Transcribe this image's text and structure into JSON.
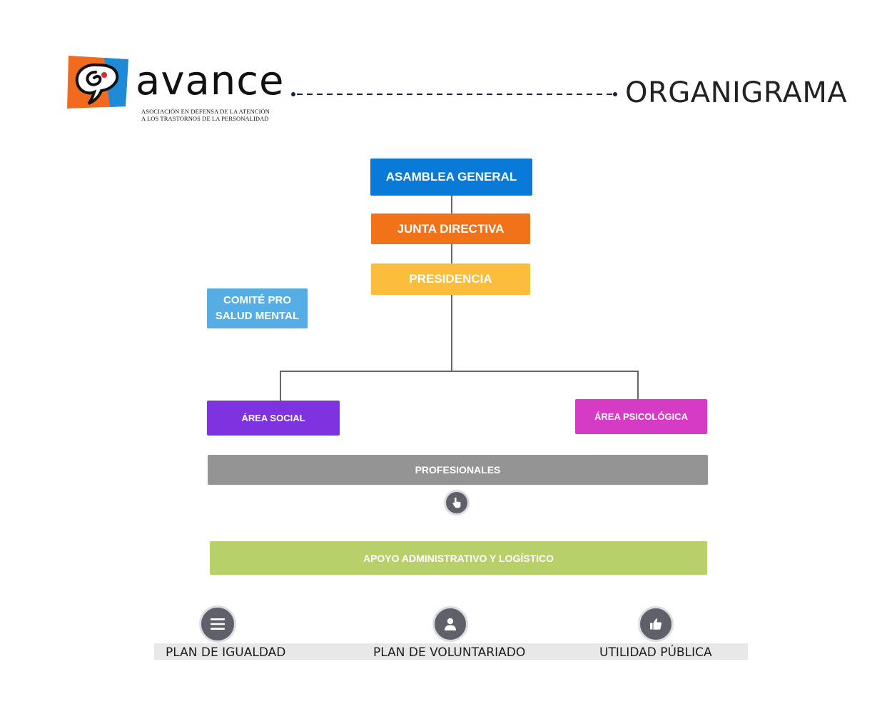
{
  "header": {
    "logo_word": "avance",
    "logo_tagline_line1": "ASOCIACIÓN EN DEFENSA DE LA ATENCIÓN",
    "logo_tagline_line2": "A LOS TRASTORNOS DE LA PERSONALIDAD",
    "title": "ORGANIGRAMA"
  },
  "org": {
    "asamblea": "ASAMBLEA GENERAL",
    "junta": "JUNTA DIRECTIVA",
    "presidencia": "PRESIDENCIA",
    "comite": "COMITÉ PRO SALUD MENTAL",
    "area_social": "ÁREA SOCIAL",
    "area_psicologica": "ÁREA PSICOLÓGICA",
    "profesionales": "PROFESIONALES",
    "apoyo": "APOYO ADMINISTRATIVO Y LOGÍSTICO"
  },
  "footer": {
    "items": [
      {
        "label": "PLAN DE IGUALDAD",
        "icon": "list-icon"
      },
      {
        "label": "PLAN DE VOLUNTARIADO",
        "icon": "user-icon"
      },
      {
        "label": "UTILIDAD PÚBLICA",
        "icon": "thumbs-up-icon"
      }
    ]
  },
  "colors": {
    "asamblea": "#0a7ad8",
    "junta": "#f2721a",
    "presidencia": "#fdbd3c",
    "comite": "#56ade5",
    "area_social": "#7f33e0",
    "area_psicologica": "#d53bc5",
    "profesionales": "#949494",
    "apoyo": "#b8d06a"
  }
}
